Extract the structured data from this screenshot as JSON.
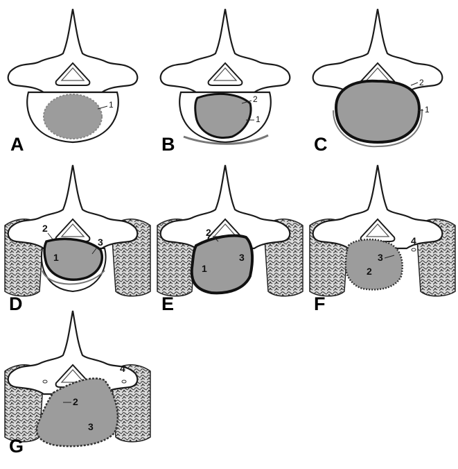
{
  "panels": [
    {
      "letter": "A",
      "labels": [
        "1"
      ]
    },
    {
      "letter": "B",
      "labels": [
        "2",
        "1"
      ]
    },
    {
      "letter": "C",
      "labels": [
        "2",
        "1"
      ]
    },
    {
      "letter": "D",
      "labels": [
        "2",
        "1",
        "3"
      ]
    },
    {
      "letter": "E",
      "labels": [
        "2",
        "1",
        "3"
      ]
    },
    {
      "letter": "F",
      "labels": [
        "4",
        "3",
        "2"
      ]
    },
    {
      "letter": "G",
      "labels": [
        "4",
        "2",
        "3"
      ]
    }
  ],
  "colors": {
    "tumor_fill": "#9c9c9c",
    "bone_outline": "#1a1a1a",
    "muscle_fill": "#b8b8b8"
  }
}
